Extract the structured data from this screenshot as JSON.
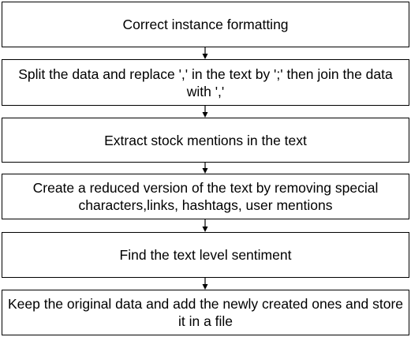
{
  "steps": [
    {
      "label": "Correct instance formatting"
    },
    {
      "label": "Split the data and replace ',' in the text by ';' then join the data with ','"
    },
    {
      "label": "Extract stock mentions in the text"
    },
    {
      "label": "Create a reduced version of the text by removing special characters,links, hashtags, user mentions"
    },
    {
      "label": "Find the text level sentiment"
    },
    {
      "label": "Keep the original data and add the newly created ones and store it in a file"
    }
  ],
  "colors": {
    "box_border": "#000000",
    "arrow": "#000000",
    "background": "#ffffff"
  }
}
